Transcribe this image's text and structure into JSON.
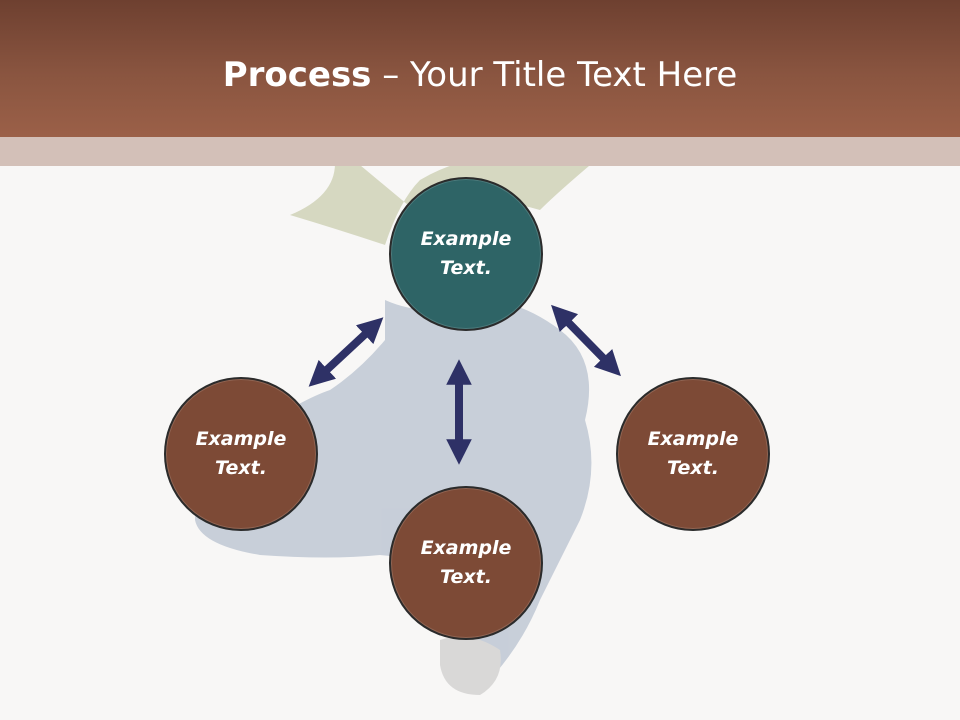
{
  "slide": {
    "title_bold": "Process",
    "title_rest": " – Your Title Text Here"
  },
  "nodes": [
    {
      "id": "top",
      "label": "Example Text.",
      "color": "#2e6466"
    },
    {
      "id": "left",
      "label": "Example Text.",
      "color": "#7d4a36"
    },
    {
      "id": "right",
      "label": "Example Text.",
      "color": "#7d4a36"
    },
    {
      "id": "bottom",
      "label": "Example Text.",
      "color": "#7d4a36"
    }
  ],
  "colors": {
    "header": "#8a5540",
    "header_band": "#d3c0b8",
    "arrow": "#2e3166",
    "background": "#f8f7f6"
  }
}
